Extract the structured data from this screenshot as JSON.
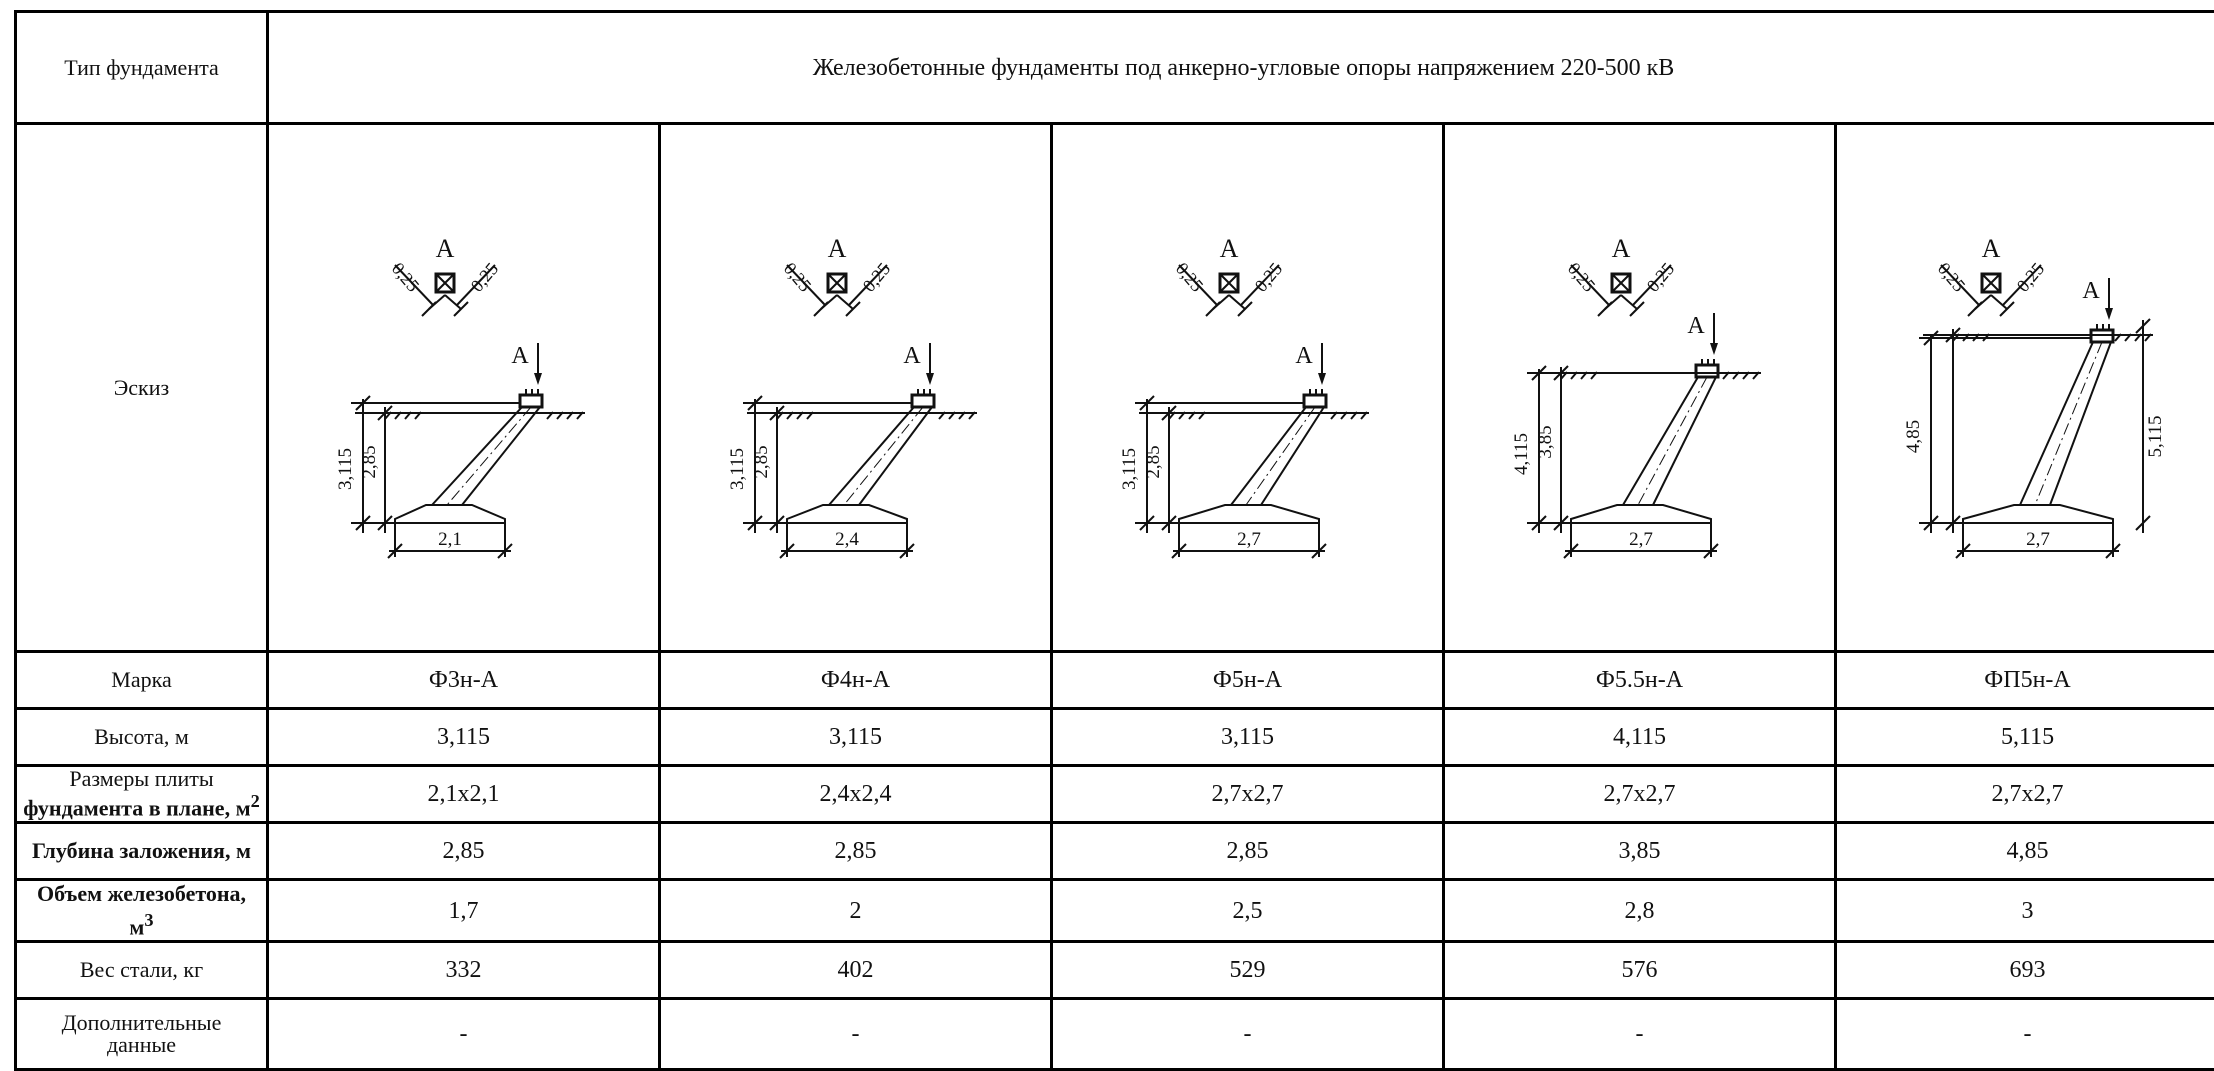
{
  "header": {
    "type_label": "Тип фундамента",
    "title": "Железобетонные фундаменты под анкерно-угловые опоры напряжением 220-500 кВ"
  },
  "sketch_label": "Эскиз",
  "row_labels": {
    "mark": "Марка",
    "height": "Высота, м",
    "plate_1": "Размеры плиты",
    "plate_2": "фундамента в плане, м",
    "depth": "Глубина заложения, м",
    "volume": "Объем железобетона, м",
    "steel": "Вес стали, кг",
    "extra_1": "Дополнительные",
    "extra_2": "данные",
    "superscript": "2",
    "superscript_3": "3"
  },
  "columns": [
    {
      "mark": "Ф3н-А",
      "height": "3,115",
      "plate": "2,1x2,1",
      "depth": "2,85",
      "volume": "1,7",
      "steel": "332",
      "extra": "-"
    },
    {
      "mark": "Ф4н-А",
      "height": "3,115",
      "plate": "2,4x2,4",
      "depth": "2,85",
      "volume": "2",
      "steel": "402",
      "extra": "-"
    },
    {
      "mark": "Ф5н-А",
      "height": "3,115",
      "plate": "2,7x2,7",
      "depth": "2,85",
      "volume": "2,5",
      "steel": "529",
      "extra": "-"
    },
    {
      "mark": "Ф5.5н-А",
      "height": "4,115",
      "plate": "2,7x2,7",
      "depth": "3,85",
      "volume": "2,8",
      "steel": "576",
      "extra": "-"
    },
    {
      "mark": "ФП5н-А",
      "height": "5,115",
      "plate": "2,7x2,7",
      "depth": "4,85",
      "volume": "3",
      "steel": "693",
      "extra": "-"
    }
  ],
  "sketches": [
    {
      "section": "A",
      "offset_left": "0,25",
      "offset_right": "0,25",
      "dim_total": "3,115",
      "dim_depth": "2,85",
      "dim_base": "2,1"
    },
    {
      "section": "A",
      "offset_left": "0,25",
      "offset_right": "0,25",
      "dim_total": "3,115",
      "dim_depth": "2,85",
      "dim_base": "2,4"
    },
    {
      "section": "A",
      "offset_left": "0,25",
      "offset_right": "0,25",
      "dim_total": "3,115",
      "dim_depth": "2,85",
      "dim_base": "2,7"
    },
    {
      "section": "A",
      "offset_left": "0,25",
      "offset_right": "0,25",
      "dim_total": "4,115",
      "dim_depth": "3,85",
      "dim_base": "2,7"
    },
    {
      "section": "A",
      "offset_left": "0,25",
      "offset_right": "0,25",
      "dim_total": "4,85",
      "dim_depth": "5,115",
      "dim_base": "2,7"
    }
  ]
}
